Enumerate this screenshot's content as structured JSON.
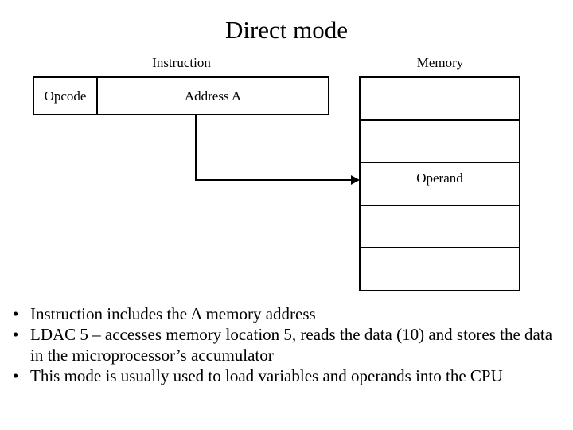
{
  "slide": {
    "title": "Direct mode"
  },
  "diagram": {
    "instruction": {
      "caption": "Instruction",
      "cells": [
        {
          "label": "Opcode"
        },
        {
          "label": "Address A"
        }
      ]
    },
    "memory": {
      "caption": "Memory",
      "cells": [
        {
          "label": ""
        },
        {
          "label": ""
        },
        {
          "label": "Operand"
        },
        {
          "label": ""
        },
        {
          "label": ""
        }
      ]
    },
    "connector": {
      "from": "Address A",
      "to": "Operand",
      "arrow_icon": "arrow-right-icon"
    },
    "stroke_color": "#000000"
  },
  "bullets": [
    {
      "marker": "•",
      "text": "Instruction includes the A memory address"
    },
    {
      "marker": "•",
      "text": "LDAC 5 – accesses memory location 5, reads the data (10) and stores the data in the microprocessor’s accumulator"
    },
    {
      "marker": "•",
      "text": "This mode is usually used to load variables and operands into the CPU"
    }
  ]
}
